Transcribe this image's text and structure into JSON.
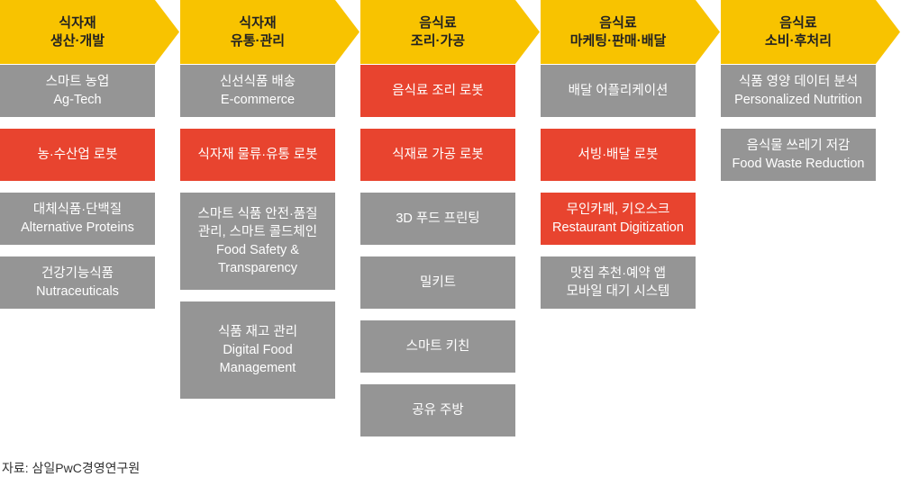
{
  "colors": {
    "header": "#F8C300",
    "gray": "#959595",
    "red": "#E8442F"
  },
  "columns": [
    {
      "title": [
        "식자재",
        "생산·개발"
      ],
      "items": [
        {
          "lines": [
            "스마트 농업",
            "Ag-Tech"
          ],
          "color": "#959595"
        },
        {
          "lines": [
            "농·수산업 로봇"
          ],
          "color": "#E8442F"
        },
        {
          "lines": [
            "대체식품·단백질",
            "Alternative Proteins"
          ],
          "color": "#959595"
        },
        {
          "lines": [
            "건강기능식품",
            "Nutraceuticals"
          ],
          "color": "#959595"
        }
      ]
    },
    {
      "title": [
        "식자재",
        "유통·관리"
      ],
      "items": [
        {
          "lines": [
            "신선식품 배송",
            "E-commerce"
          ],
          "color": "#959595"
        },
        {
          "lines": [
            "식자재 물류·유통 로봇"
          ],
          "color": "#E8442F"
        },
        {
          "lines": [
            "스마트 식품 안전·품질",
            "관리, 스마트 콜드체인",
            "Food Safety &",
            "Transparency"
          ],
          "color": "#959595"
        },
        {
          "lines": [
            "식품 재고 관리",
            "Digital Food",
            "Management"
          ],
          "color": "#959595"
        }
      ]
    },
    {
      "title": [
        "음식료",
        "조리·가공"
      ],
      "items": [
        {
          "lines": [
            "음식료 조리 로봇"
          ],
          "color": "#E8442F"
        },
        {
          "lines": [
            "식재료 가공 로봇"
          ],
          "color": "#E8442F"
        },
        {
          "lines": [
            "3D 푸드 프린팅"
          ],
          "color": "#959595"
        },
        {
          "lines": [
            "밀키트"
          ],
          "color": "#959595"
        },
        {
          "lines": [
            "스마트 키친"
          ],
          "color": "#959595"
        },
        {
          "lines": [
            "공유 주방"
          ],
          "color": "#959595"
        }
      ]
    },
    {
      "title": [
        "음식료",
        "마케팅·판매·배달"
      ],
      "items": [
        {
          "lines": [
            "배달 어플리케이션"
          ],
          "color": "#959595"
        },
        {
          "lines": [
            "서빙·배달 로봇"
          ],
          "color": "#E8442F"
        },
        {
          "lines": [
            "무인카페, 키오스크",
            "Restaurant Digitization"
          ],
          "color": "#E8442F"
        },
        {
          "lines": [
            "맛집 추천·예약 앱",
            "모바일 대기 시스템"
          ],
          "color": "#959595"
        }
      ]
    },
    {
      "title": [
        "음식료",
        "소비·후처리"
      ],
      "items": [
        {
          "lines": [
            "식품 영양 데이터 분석",
            "Personalized Nutrition"
          ],
          "color": "#959595"
        },
        {
          "lines": [
            "음식물 쓰레기 저감",
            "Food Waste Reduction"
          ],
          "color": "#959595"
        }
      ]
    }
  ],
  "source": "자료: 삼일PwC경영연구원"
}
